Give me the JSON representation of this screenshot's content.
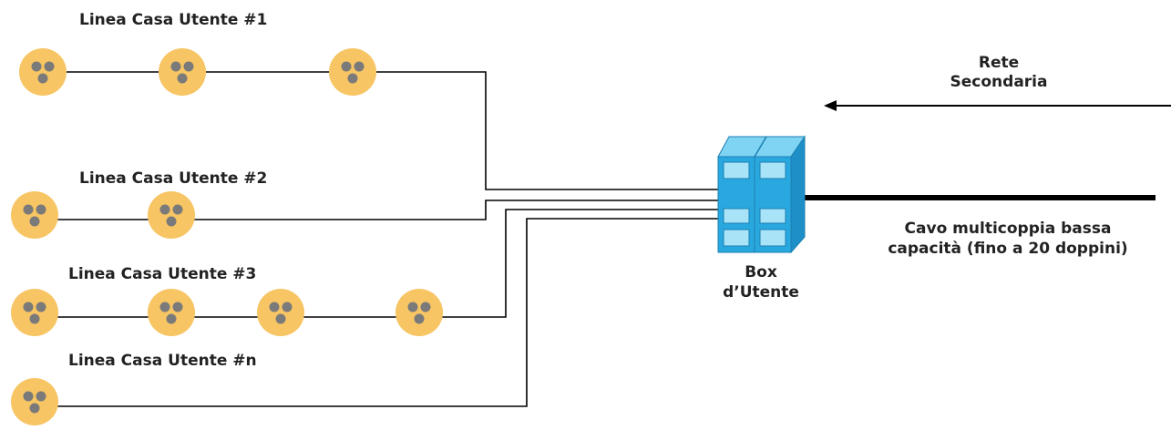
{
  "lines": [
    {
      "label": "Linea Casa Utente #1",
      "outlets": 3
    },
    {
      "label": "Linea Casa Utente #2",
      "outlets": 2
    },
    {
      "label": "Linea Casa Utente #3",
      "outlets": 4
    },
    {
      "label": "Linea Casa Utente #n",
      "outlets": 1
    }
  ],
  "box": {
    "line1": "Box",
    "line2": "d’Utente"
  },
  "network": {
    "line1": "Rete",
    "line2": "Secondaria"
  },
  "cable": {
    "line1": "Cavo multicoppia bassa",
    "line2": "capacità (fino a 20 doppini)"
  },
  "icons": {
    "outlet": "phone-outlet-icon",
    "box": "distribution-box-icon",
    "arrow": "arrow-left-icon"
  },
  "colors": {
    "outlet": "#f7c564",
    "outlet_hole": "#777777",
    "box": "#29a8e0",
    "line": "#000000"
  }
}
